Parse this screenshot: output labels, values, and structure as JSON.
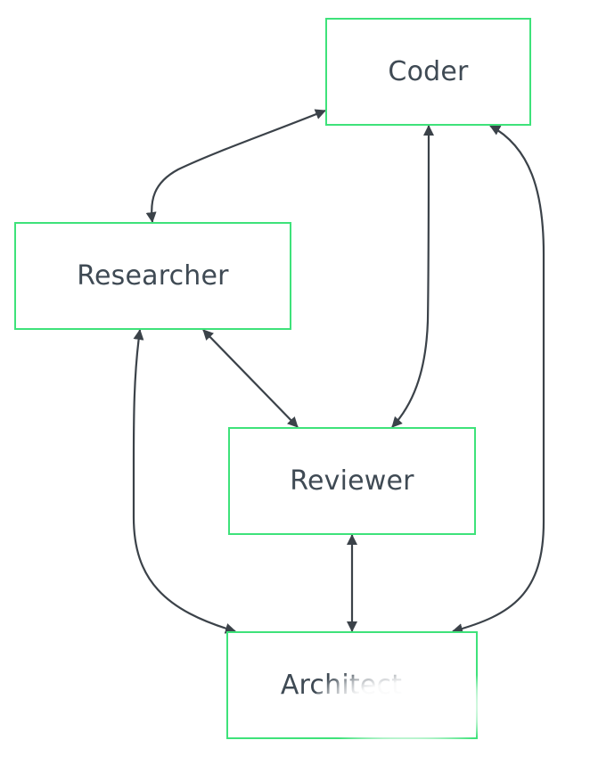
{
  "diagram": {
    "nodes": {
      "coder": {
        "label": "Coder"
      },
      "researcher": {
        "label": "Researcher"
      },
      "reviewer": {
        "label": "Reviewer"
      },
      "architect": {
        "label": "Architect"
      }
    },
    "edges": [
      {
        "from": "coder",
        "to": "researcher",
        "bidirectional": true
      },
      {
        "from": "coder",
        "to": "reviewer",
        "bidirectional": true
      },
      {
        "from": "coder",
        "to": "architect",
        "bidirectional": true
      },
      {
        "from": "researcher",
        "to": "reviewer",
        "bidirectional": true
      },
      {
        "from": "researcher",
        "to": "architect",
        "bidirectional": true
      },
      {
        "from": "reviewer",
        "to": "architect",
        "bidirectional": true
      }
    ],
    "colors": {
      "node_border": "#3ee27a",
      "edge": "#3b4249",
      "text": "#3f4a54",
      "background": "#ffffff"
    }
  }
}
